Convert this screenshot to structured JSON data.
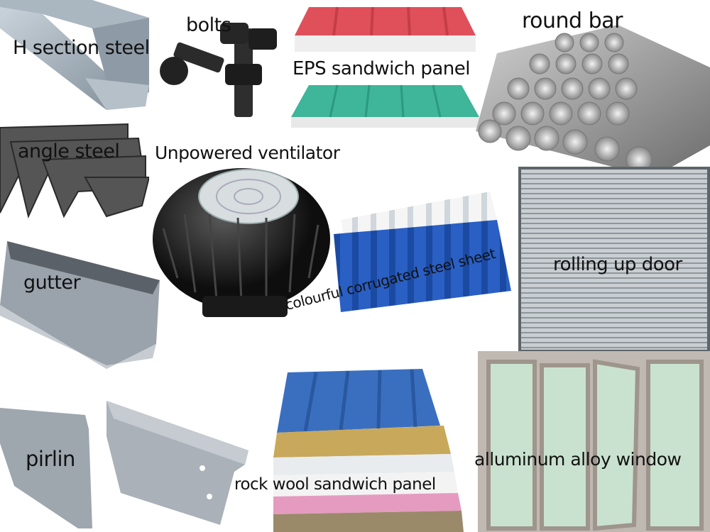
{
  "labels": {
    "h_section_steel": "H section steel",
    "bolts": "bolts",
    "eps_sandwich_panel": "EPS sandwich panel",
    "round_bar": "round bar",
    "angle_steel": "angle steel",
    "unpowered_ventilator": "Unpowered ventilator",
    "gutter": "gutter",
    "rolling_up_door": "rolling up door",
    "colourful_corrugated_steel_sheet": "colourful corrugated steel sheet",
    "pirlin": "pirlin",
    "alluminum_alloy_window": "alluminum alloy window",
    "rock_wool_sandwich_panel": "rock wool sandwich panel"
  },
  "colors": {
    "eps_red": "#e0505a",
    "eps_green": "#3fb59a",
    "corrugated_blue": "#2a5fc4",
    "rockwool_blue": "#3a6fc0",
    "steel_grey": "#9aa3ab"
  }
}
